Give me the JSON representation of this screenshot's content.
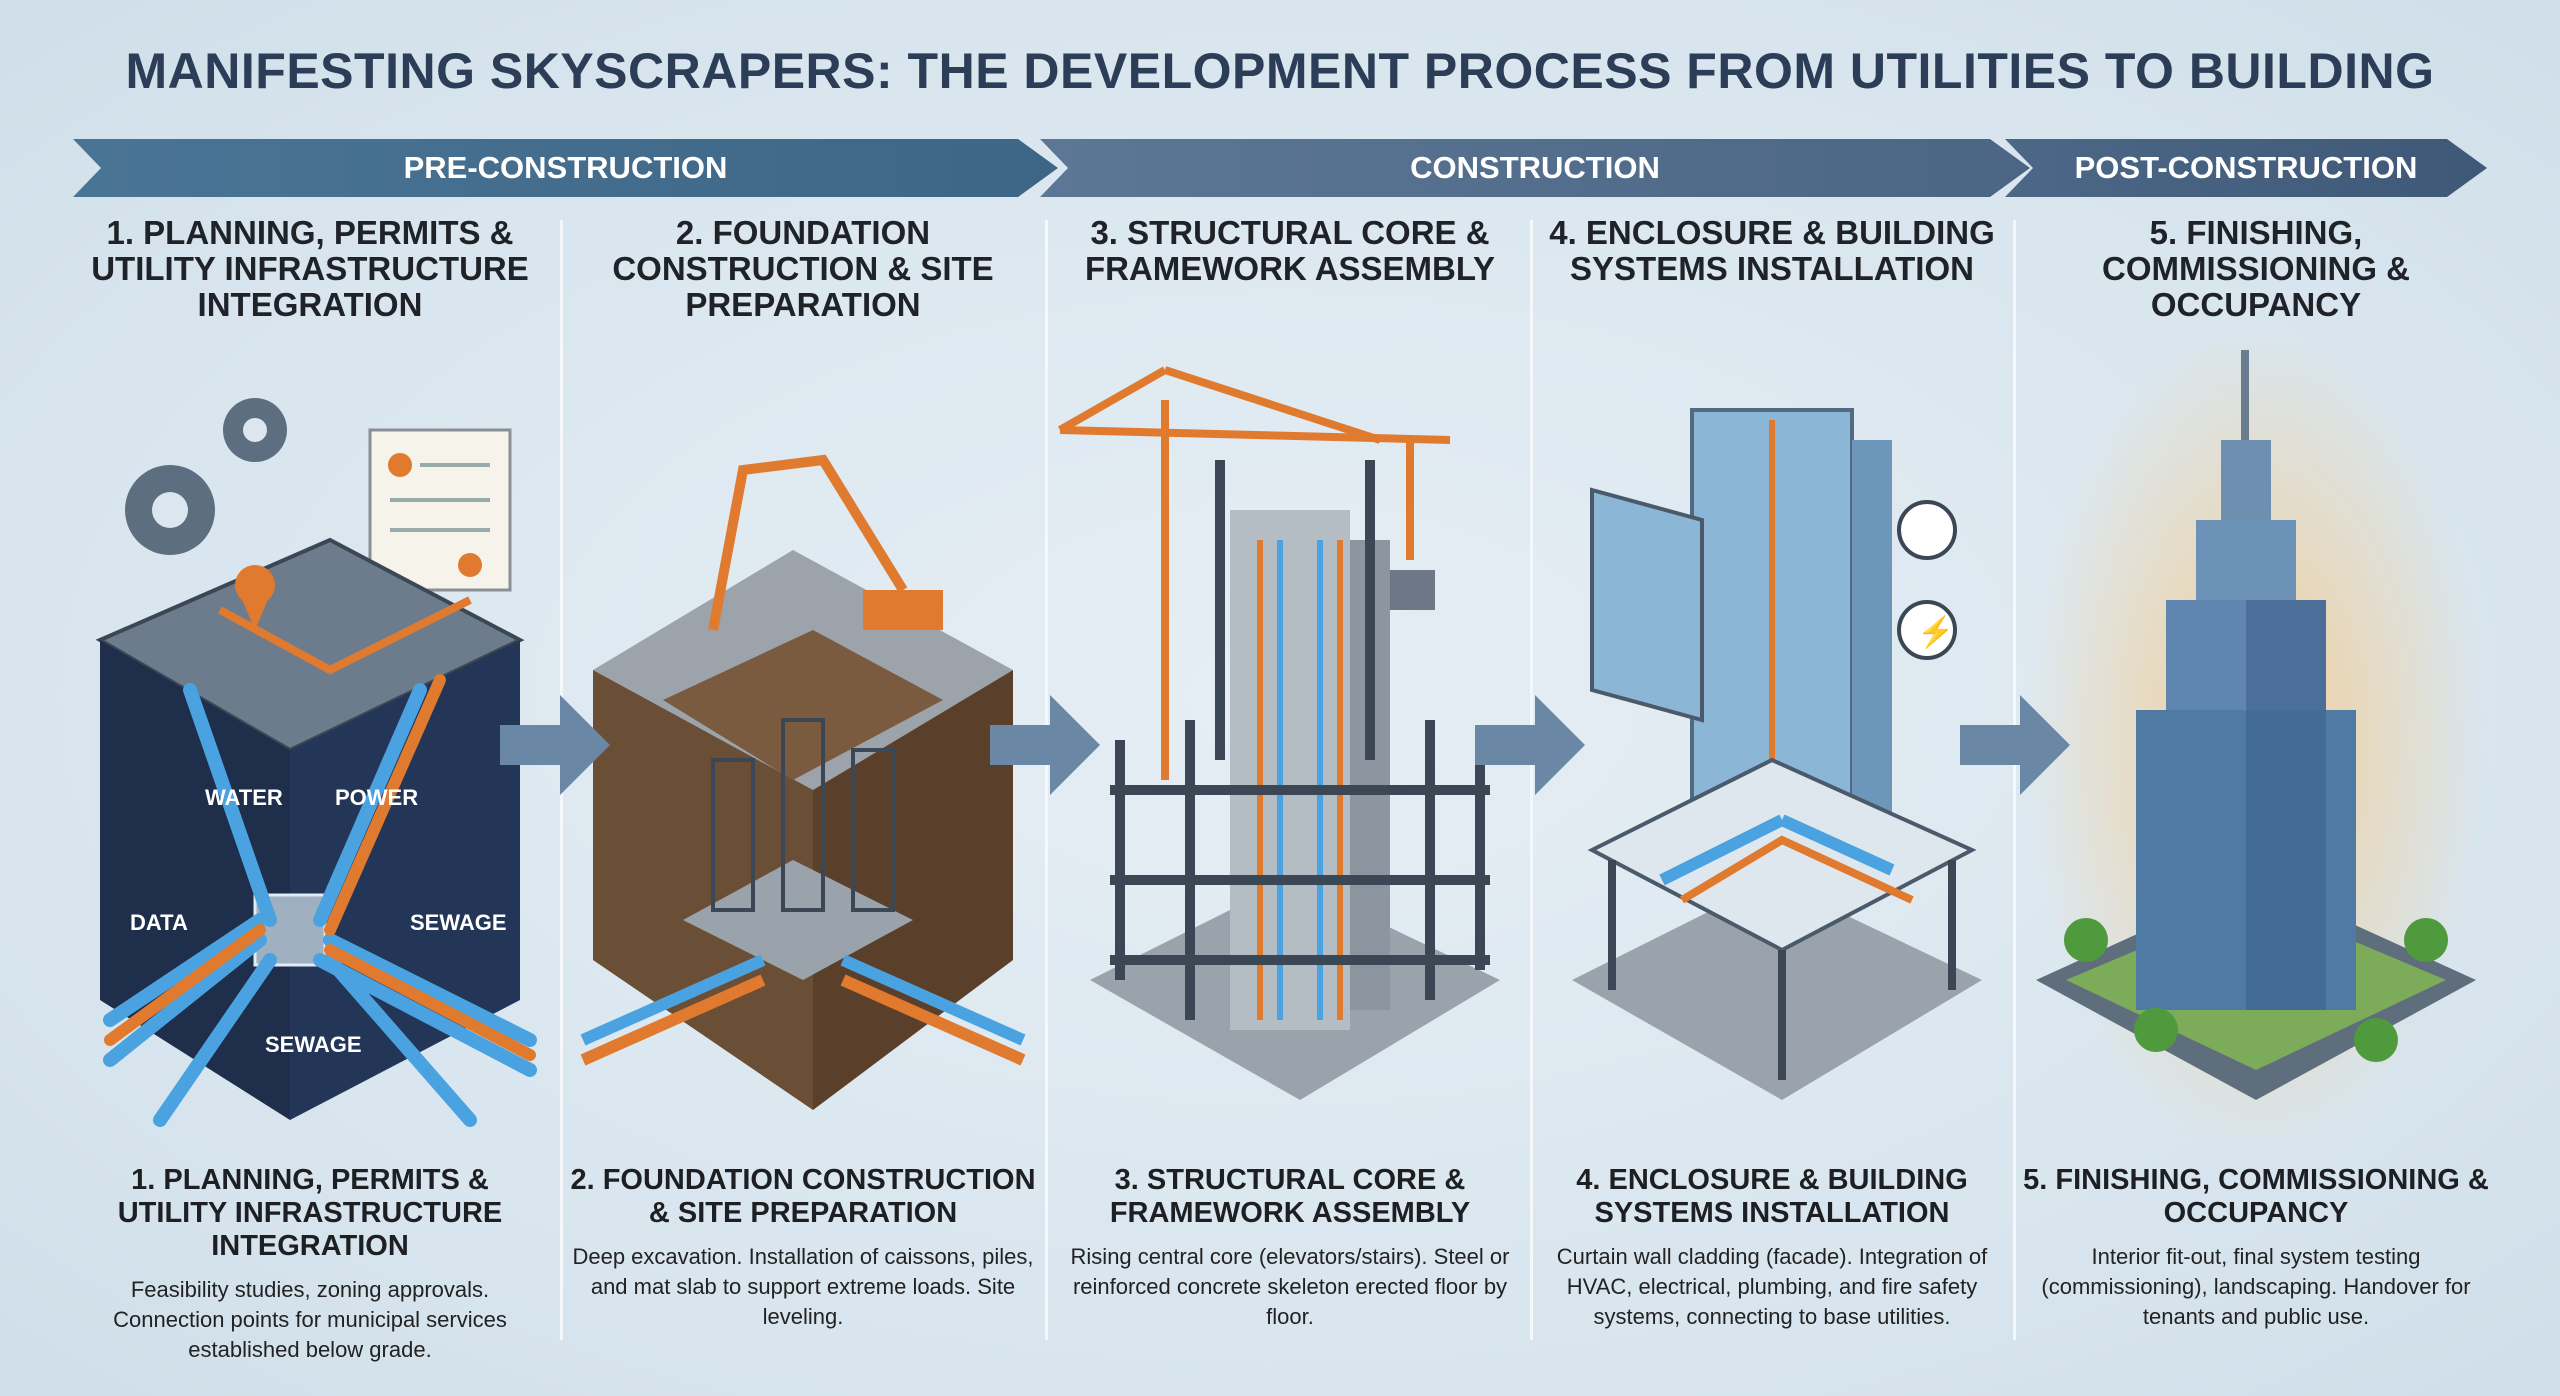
{
  "title": "MANIFESTING SKYSCRAPERS: THE DEVELOPMENT PROCESS FROM UTILITIES TO BUILDING",
  "phases": [
    "PRE-CONSTRUCTION",
    "CONSTRUCTION",
    "POST-CONSTRUCTION"
  ],
  "steps": [
    {
      "heading": "1. PLANNING, PERMITS & UTILITY INFRASTRUCTURE INTEGRATION",
      "caption_title": "1. PLANNING, PERMITS & UTILITY INFRASTRUCTURE INTEGRATION",
      "description": "Feasibility studies, zoning approvals. Connection points for municipal services established below grade.",
      "labels": {
        "water": "WATER",
        "power": "POWER",
        "data": "DATA",
        "sewage_right": "SEWAGE",
        "sewage_bottom": "SEWAGE"
      }
    },
    {
      "heading": "2. FOUNDATION CONSTRUCTION & SITE PREPARATION",
      "caption_title": "2. FOUNDATION CONSTRUCTION & SITE PREPARATION",
      "description": "Deep excavation. Installation of caissons, piles, and mat slab to support extreme loads. Site leveling."
    },
    {
      "heading": "3. STRUCTURAL CORE & FRAMEWORK ASSEMBLY",
      "caption_title": "3. STRUCTURAL CORE & FRAMEWORK ASSEMBLY",
      "description": "Rising central core (elevators/stairs). Steel or reinforced concrete skeleton erected floor by floor."
    },
    {
      "heading": "4. ENCLOSURE & BUILDING SYSTEMS INSTALLATION",
      "caption_title": "4. ENCLOSURE & BUILDING SYSTEMS INSTALLATION",
      "description": "Curtain wall cladding (facade). Integration of HVAC, electrical, plumbing, and fire safety systems, connecting to base utilities."
    },
    {
      "heading": "5. FINISHING, COMMISSIONING & OCCUPANCY",
      "caption_title": "5. FINISHING, COMMISSIONING & OCCUPANCY",
      "description": "Interior fit-out, final system testing (commissioning), landscaping. Handover for tenants and public use."
    }
  ],
  "colors": {
    "phase": "#4a7495",
    "orange": "#e07a2e",
    "blue": "#4aa3e0",
    "steel": "#4b5a6b"
  }
}
